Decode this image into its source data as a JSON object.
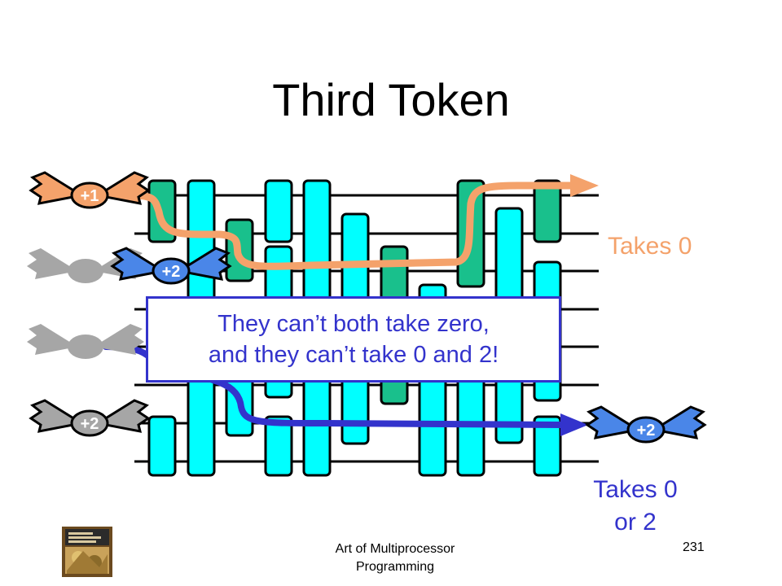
{
  "slide": {
    "title": "Third Token",
    "callout_line1": "They can’t both take zero,",
    "callout_line2": "and they can’t take 0 and 2!",
    "label_takes0": "Takes 0",
    "label_takes02_line1": "Takes 0",
    "label_takes02_line2": "or 2",
    "footer_line1": "Art of Multiprocessor",
    "footer_line2": "Programming",
    "page_number": "231"
  },
  "tokens": {
    "orange": "+1",
    "blue_top": "+2",
    "gray_bottom": "+2",
    "blue_right": "+2"
  },
  "colors": {
    "balancer_cyan": "#00ffff",
    "balancer_green": "#19c08c",
    "orange_path": "#f4a26b",
    "blue_path": "#3333cc",
    "wing_gray": "#a6a6a6",
    "wing_blue": "#4a86e8"
  },
  "book_icon": "book-cover-icon"
}
